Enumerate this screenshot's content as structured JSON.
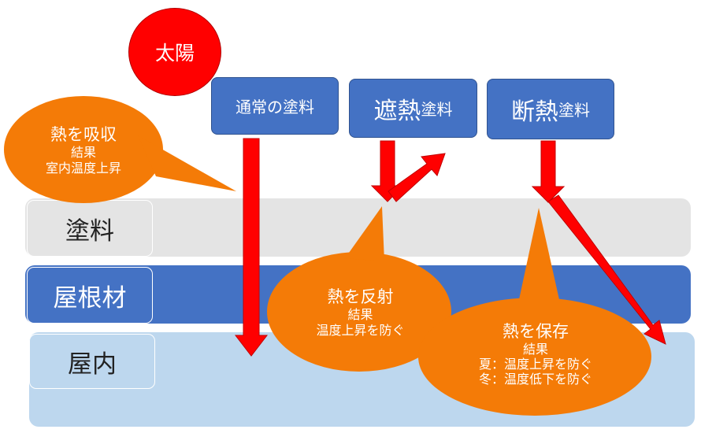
{
  "sun": {
    "label": "太陽",
    "color": "#ff0000"
  },
  "boxes": {
    "normal": {
      "text": "通常の塗料"
    },
    "reflective": {
      "big": "遮熱",
      "small": "塗料"
    },
    "insulating": {
      "big": "断熱",
      "small": "塗料"
    }
  },
  "layers": {
    "paint": {
      "label": "塗料"
    },
    "roof": {
      "label": "屋根材"
    },
    "indoor": {
      "label": "屋内"
    }
  },
  "bubbles": {
    "absorb": {
      "head": "熱を吸収",
      "line1": "結果",
      "line2": "室内温度上昇"
    },
    "reflect": {
      "head": "熱を反射",
      "line1": "結果",
      "line2": "温度上昇を防ぐ"
    },
    "preserve": {
      "head": "熱を保存",
      "line1": "結果",
      "line2": "夏：温度上昇を防ぐ",
      "line3": "冬：温度低下を防ぐ"
    }
  },
  "colors": {
    "box_fill": "#4472c4",
    "paint_layer": "#e4e4e4",
    "roof_layer": "#4472c4",
    "indoor_layer": "#bdd7ee",
    "bubble": "#f47b07",
    "arrow": "#ff0000"
  }
}
